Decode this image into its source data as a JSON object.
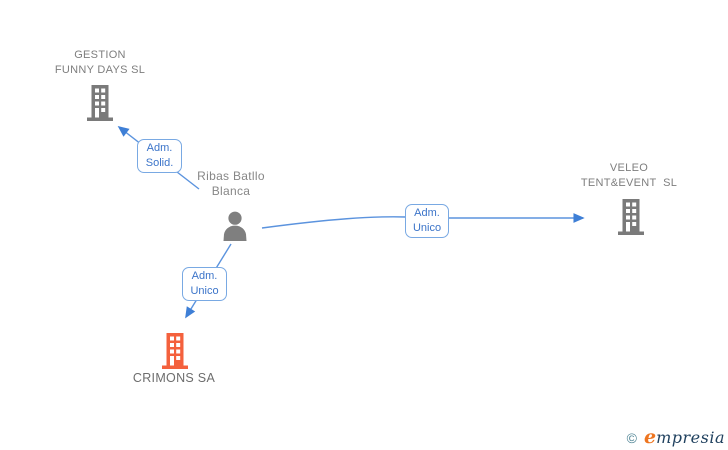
{
  "diagram": {
    "companies": {
      "gestion": {
        "name_line1": "GESTION",
        "name_line2": "FUNNY DAYS SL"
      },
      "veleo": {
        "name_line1": "VELEO",
        "name_line2": "TENT&EVENT  SL"
      },
      "crimons": {
        "name": "CRIMONS SA"
      }
    },
    "person": {
      "name_line1": "Ribas Batllo",
      "name_line2": "Blanca"
    },
    "relations": {
      "adm_solid": {
        "line1": "Adm.",
        "line2": "Solid."
      },
      "adm_unico_right": {
        "line1": "Adm.",
        "line2": "Unico"
      },
      "adm_unico_down": {
        "line1": "Adm.",
        "line2": "Unico"
      }
    }
  },
  "footer": {
    "copyright_symbol": "©",
    "brand_initial": "e",
    "brand_rest": "mpresia"
  },
  "colors": {
    "line_blue": "#5b93de",
    "arrow_blue": "#3e7fd6",
    "box_border_blue": "#79a9e3",
    "box_text_blue": "#3b74c9",
    "company_label_gray": "#7e7e7e",
    "building_gray": "#7a7a7a",
    "building_orange": "#f4613d",
    "logo_teal": "#4e8494",
    "logo_orange": "#ee7520",
    "logo_navy": "#20415f"
  }
}
